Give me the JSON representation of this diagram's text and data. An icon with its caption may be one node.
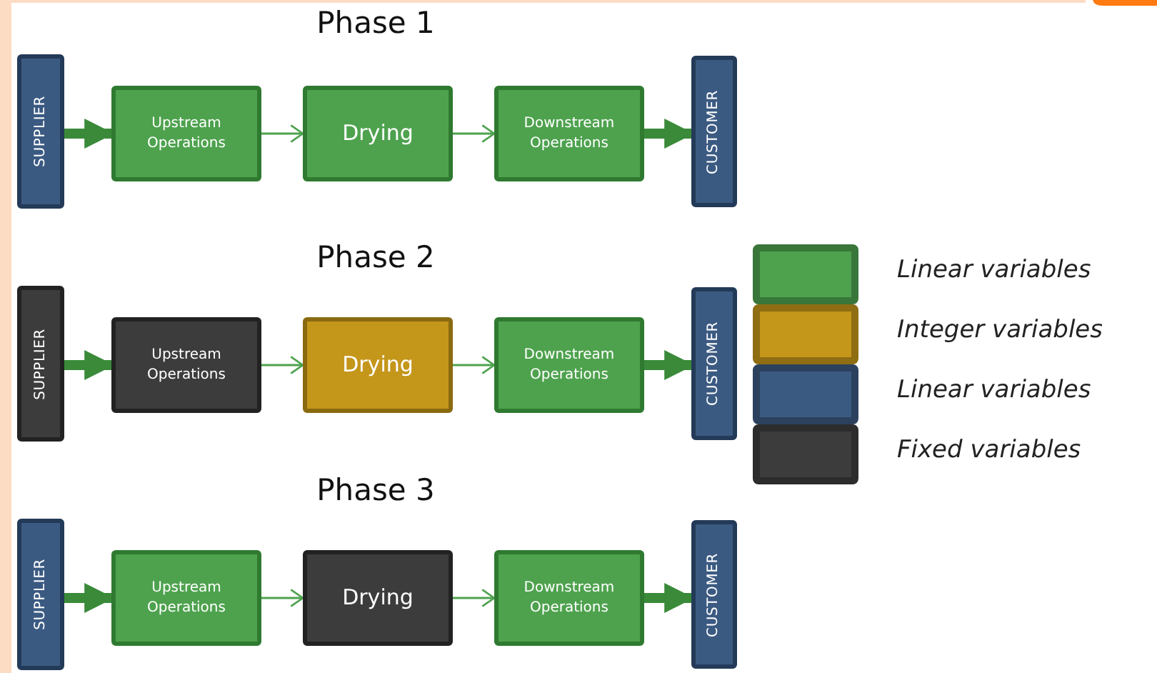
{
  "diagram": {
    "nodes": [
      {
        "text": [
          "SUPPLIER"
        ]
      },
      {
        "text": [
          "Upstream Operations"
        ]
      },
      {
        "text": [
          "Drying"
        ]
      },
      {
        "text": [
          "Downstream Operations"
        ]
      },
      {
        "text": [
          "CUSTOMER"
        ]
      },
      {
        "text": [
          "SUPPLIER"
        ]
      },
      {
        "text": [
          "Upstream Operations"
        ]
      },
      {
        "text": [
          "Drying"
        ]
      },
      {
        "text": [
          "Downstream Operations"
        ]
      },
      {
        "text": [
          "CUSTOMER"
        ]
      },
      {
        "text": [
          "SUPPLIER"
        ]
      },
      {
        "text": [
          "Upstream Operations"
        ]
      },
      {
        "text": [
          "Drying"
        ]
      },
      {
        "text": [
          "Downstream Operations"
        ]
      },
      {
        "text": [
          "CUSTOMER"
        ]
      }
    ],
    "edges": [
      {
        "from": 0,
        "to": 1,
        "arrow": "to",
        "style": "thick"
      },
      {
        "from": 1,
        "to": 2,
        "arrow": "to"
      },
      {
        "from": 2,
        "to": 3,
        "arrow": "to"
      },
      {
        "from": 3,
        "to": 4,
        "arrow": "to",
        "style": "thick"
      },
      {
        "from": 5,
        "to": 6,
        "arrow": "to",
        "style": "thick"
      },
      {
        "from": 6,
        "to": 7,
        "arrow": "to"
      },
      {
        "from": 7,
        "to": 8,
        "arrow": "to"
      },
      {
        "from": 8,
        "to": 9,
        "arrow": "to",
        "style": "thick"
      },
      {
        "from": 10,
        "to": 11,
        "arrow": "to",
        "style": "thick"
      },
      {
        "from": 11,
        "to": 12,
        "arrow": "to"
      },
      {
        "from": 12,
        "to": 13,
        "arrow": "to"
      },
      {
        "from": 13,
        "to": 14,
        "arrow": "to",
        "style": "thick"
      }
    ],
    "labels": [
      "Phase 1",
      "Phase 2",
      "Phase 3"
    ],
    "legend": [
      {
        "text": "Linear variables",
        "color": "#4ea24e"
      },
      {
        "text": "Integer variables",
        "color": "#c4961a"
      },
      {
        "text": "Linear variables",
        "color": "#3b5a82"
      },
      {
        "text": "Fixed variables",
        "color": "#3c3c3c"
      }
    ]
  }
}
